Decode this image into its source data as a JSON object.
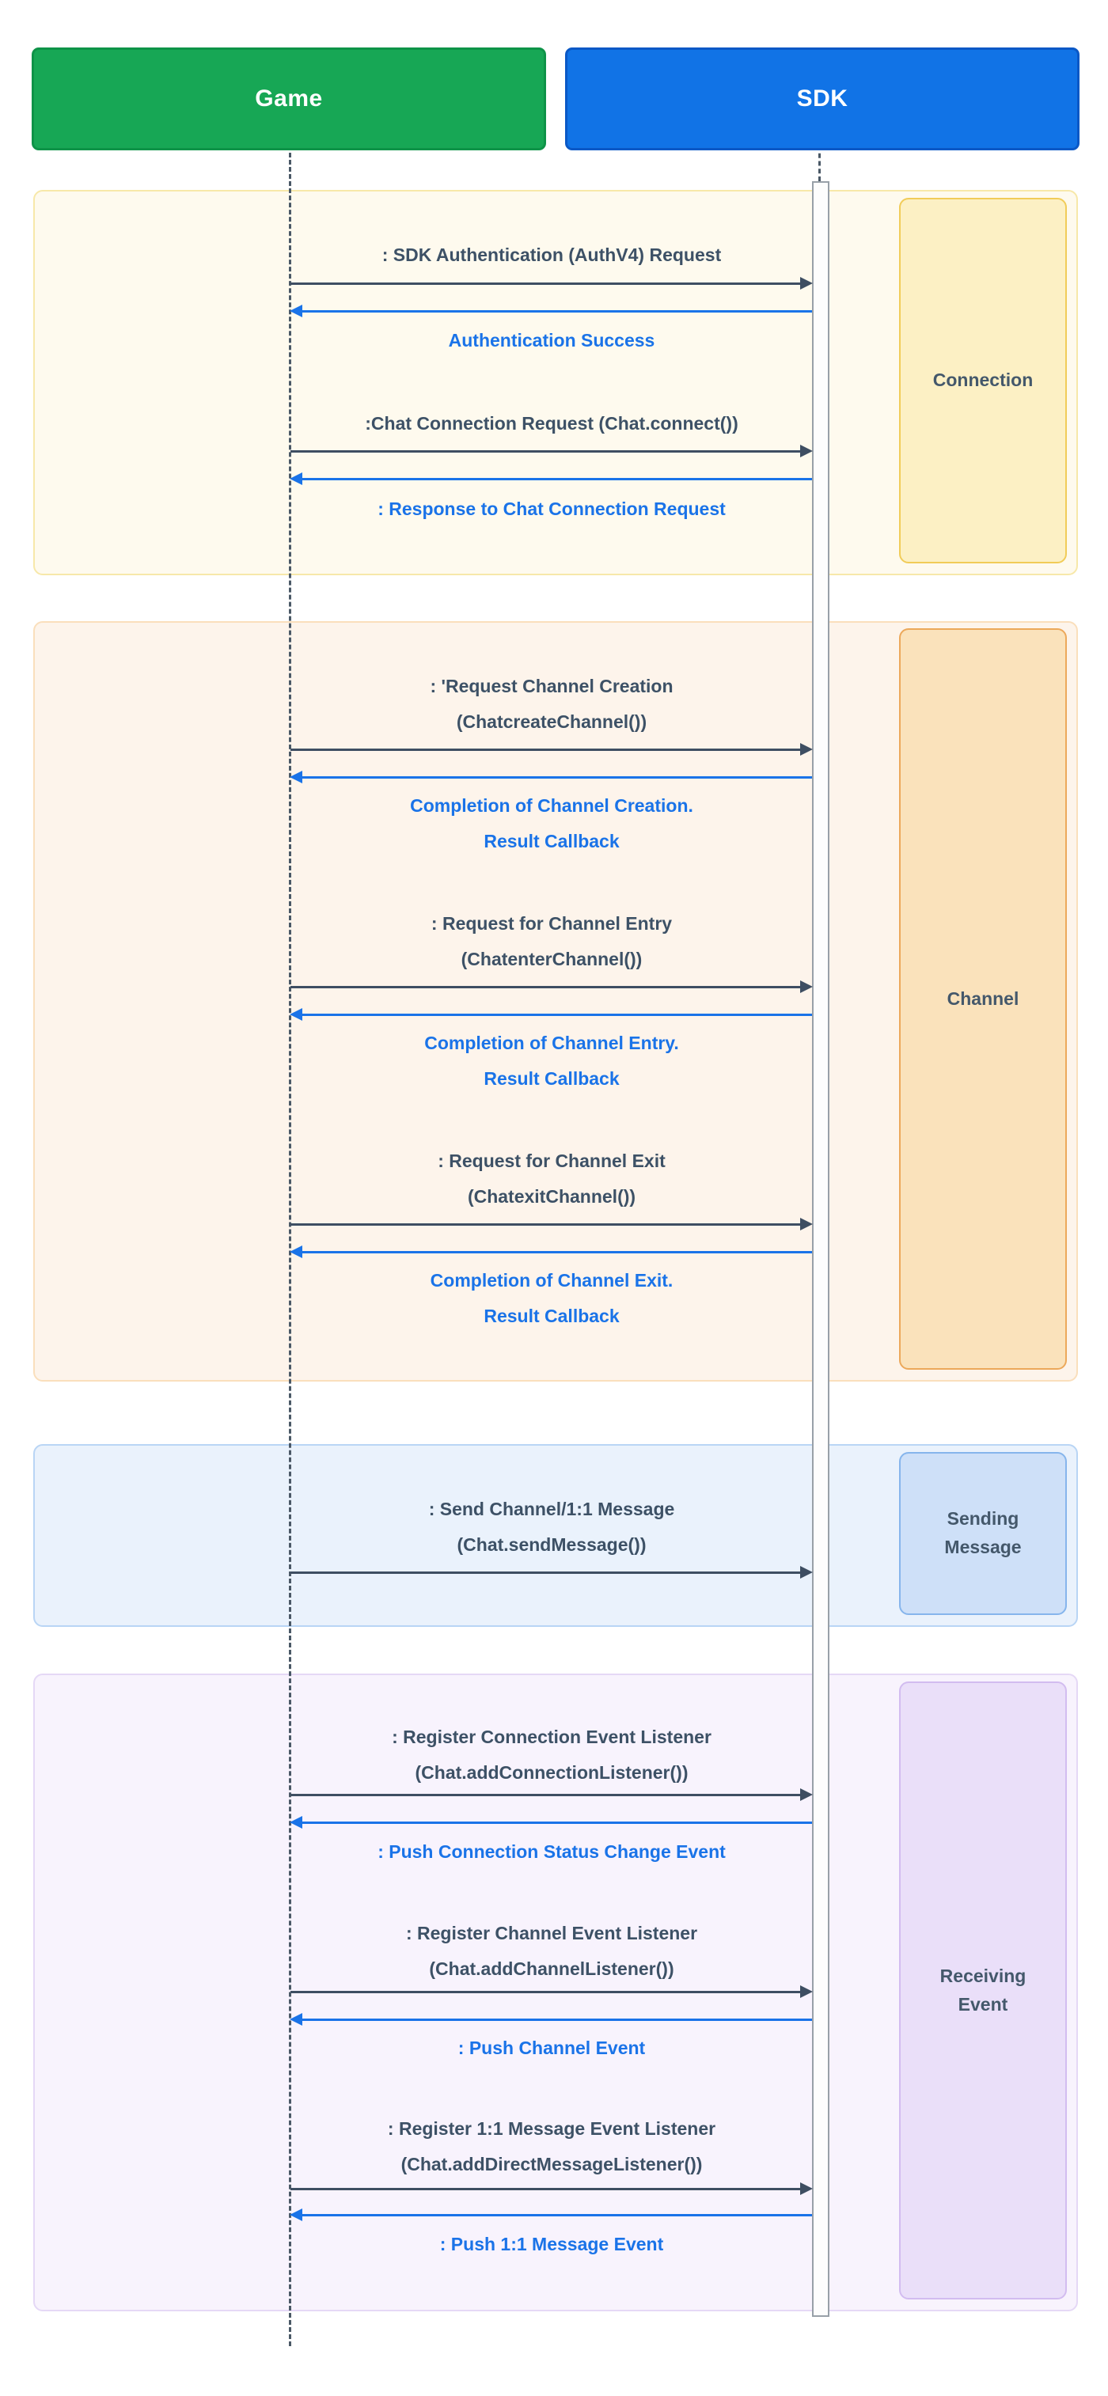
{
  "actors": {
    "game": {
      "label": "Game"
    },
    "sdk": {
      "label": "SDK"
    }
  },
  "colors": {
    "actor_game_fill": "#17a755",
    "actor_sdk_fill": "#1173e6",
    "request_text": "#3d5166",
    "response_text": "#1a73e8",
    "request_arrow": "#3e4e62",
    "response_arrow": "#1a73e8",
    "connection_section_fill": "#fefaee",
    "connection_label_fill": "#fcf0c4",
    "connection_label_border": "#f1cc58",
    "channel_section_fill": "#fdf4eb",
    "channel_label_fill": "#fae2bb",
    "channel_label_border": "#eca85a",
    "sending_section_fill": "#eaf2fc",
    "sending_label_fill": "#cee0f8",
    "sending_label_border": "#86b5ec",
    "receiving_section_fill": "#f8f3fd",
    "receiving_label_fill": "#eadff9",
    "receiving_label_border": "#d2bcf0"
  },
  "sections": {
    "connection": {
      "label": "Connection",
      "messages": {
        "auth_request": {
          "lines": [
            ": SDK Authentication (AuthV4) Request"
          ]
        },
        "auth_success": {
          "lines": [
            "Authentication Success"
          ]
        },
        "connect_request": {
          "lines": [
            ":Chat Connection Request (Chat.connect())"
          ]
        },
        "connect_response": {
          "lines": [
            ": Response to Chat Connection Request"
          ]
        }
      }
    },
    "channel": {
      "label": "Channel",
      "messages": {
        "create_request": {
          "lines": [
            ": 'Request Channel Creation",
            "(ChatcreateChannel())"
          ]
        },
        "create_callback": {
          "lines": [
            "Completion of Channel Creation.",
            "Result Callback"
          ]
        },
        "enter_request": {
          "lines": [
            ": Request for Channel Entry",
            "(ChatenterChannel())"
          ]
        },
        "enter_callback": {
          "lines": [
            "Completion of Channel Entry.",
            "Result Callback"
          ]
        },
        "exit_request": {
          "lines": [
            ": Request for Channel Exit",
            "(ChatexitChannel())"
          ]
        },
        "exit_callback": {
          "lines": [
            "Completion of Channel Exit.",
            "Result Callback"
          ]
        }
      }
    },
    "sending": {
      "label": "Sending Message",
      "messages": {
        "send_message": {
          "lines": [
            ": Send Channel/1:1 Message",
            "(Chat.sendMessage())"
          ]
        }
      }
    },
    "receiving": {
      "label": "Receiving Event",
      "messages": {
        "register_connection": {
          "lines": [
            ": Register Connection Event Listener",
            "(Chat.addConnectionListener())"
          ]
        },
        "push_connection": {
          "lines": [
            ": Push Connection Status Change Event"
          ]
        },
        "register_channel": {
          "lines": [
            ": Register Channel Event Listener",
            "(Chat.addChannelListener())"
          ]
        },
        "push_channel": {
          "lines": [
            ": Push Channel Event"
          ]
        },
        "register_direct": {
          "lines": [
            ": Register 1:1 Message Event Listener",
            "(Chat.addDirectMessageListener())"
          ]
        },
        "push_direct": {
          "lines": [
            ": Push 1:1 Message Event"
          ]
        }
      }
    }
  }
}
